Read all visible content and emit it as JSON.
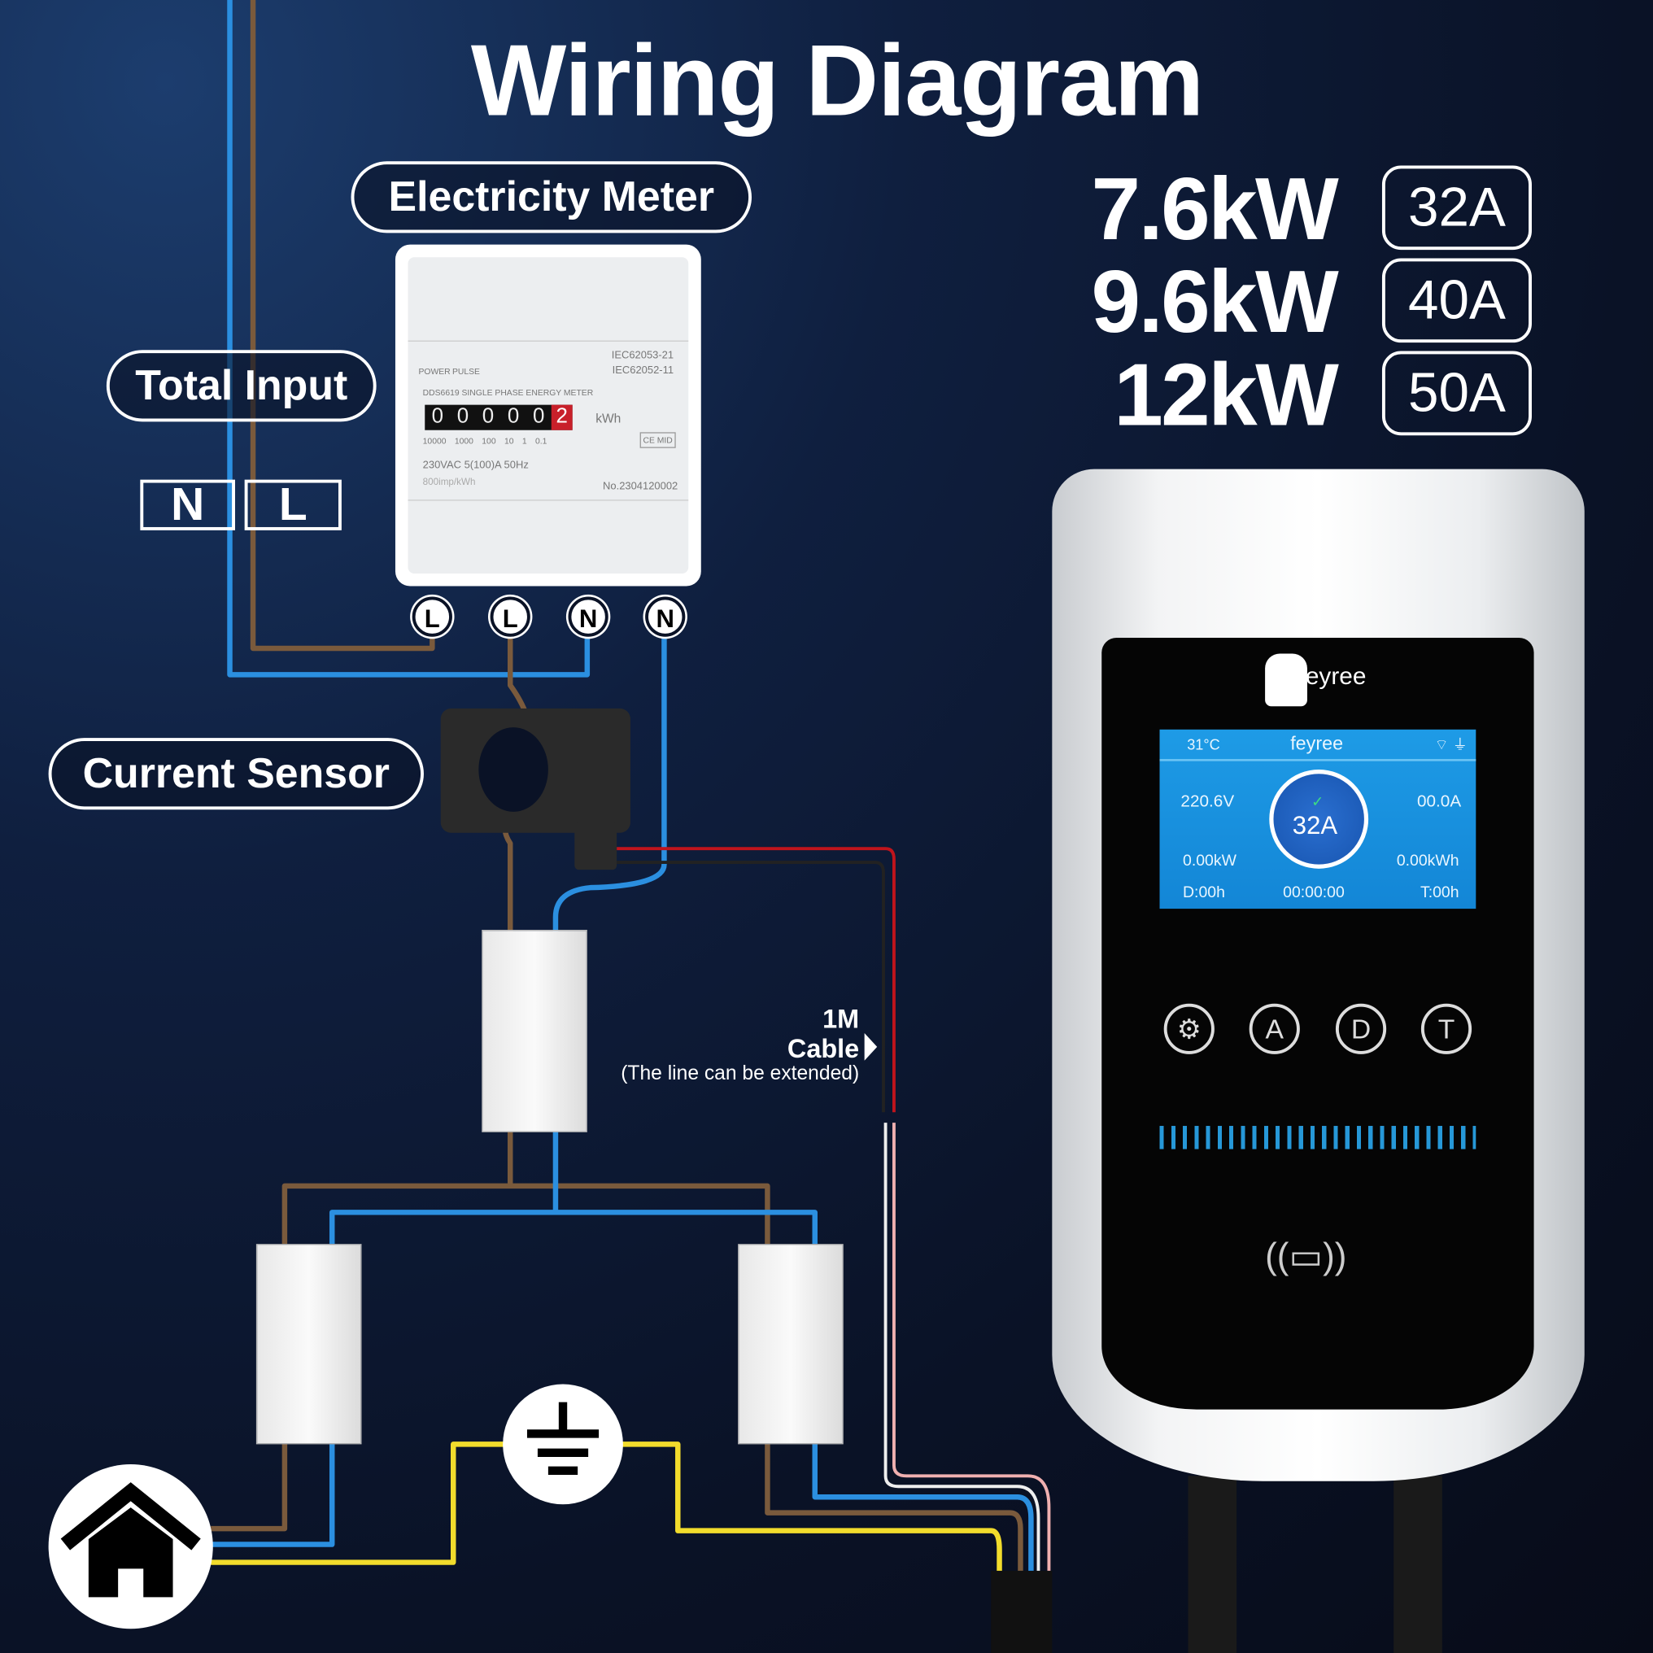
{
  "title": "Wiring Diagram",
  "labels": {
    "electricity_meter": "Electricity Meter",
    "total_input": "Total Input",
    "current_sensor": "Current Sensor",
    "n": "N",
    "l": "L"
  },
  "terminals": [
    "L",
    "L",
    "N",
    "N"
  ],
  "specs": [
    {
      "power": "7.6kW",
      "current": "32A"
    },
    {
      "power": "9.6kW",
      "current": "40A"
    },
    {
      "power": "12kW",
      "current": "50A"
    }
  ],
  "meter": {
    "std1": "IEC62053-21",
    "std2": "IEC62052-11",
    "power_led": "POWER",
    "pulse_led": "PULSE",
    "model": "DDS6619 SINGLE PHASE ENERGY METER",
    "digits": [
      "0",
      "0",
      "0",
      "0",
      "0",
      "2"
    ],
    "unit": "kWh",
    "multipliers": [
      "10000",
      "1000",
      "100",
      "10",
      "1",
      "0.1"
    ],
    "rating": "230VAC  5(100)A  50Hz",
    "imp": "800imp/kWh",
    "cert": "CE MID",
    "serial": "No.2304120002"
  },
  "cable": {
    "length": "1M",
    "name": "Cable",
    "note": "(The line can be extended)"
  },
  "charger": {
    "brand": "feyree",
    "lcd": {
      "temp": "31°C",
      "brand": "feyree",
      "voltage": "220.6V",
      "current": "00.0A",
      "set_current": "32A",
      "power": "0.00kW",
      "energy": "0.00kWh",
      "delay": "D:00h",
      "timer": "00:00:00",
      "time": "T:00h"
    },
    "buttons": [
      {
        "icon": "gear-icon",
        "label": "⚙"
      },
      {
        "icon": "a-icon",
        "label": "A"
      },
      {
        "icon": "d-icon",
        "label": "D"
      },
      {
        "icon": "t-icon",
        "label": "T"
      }
    ]
  },
  "colors": {
    "blue": "#2b8fe0",
    "brown": "#7a5a3c",
    "yellow": "#f2dc2c",
    "red": "#c0141c",
    "lcd": "#1a93e0"
  }
}
